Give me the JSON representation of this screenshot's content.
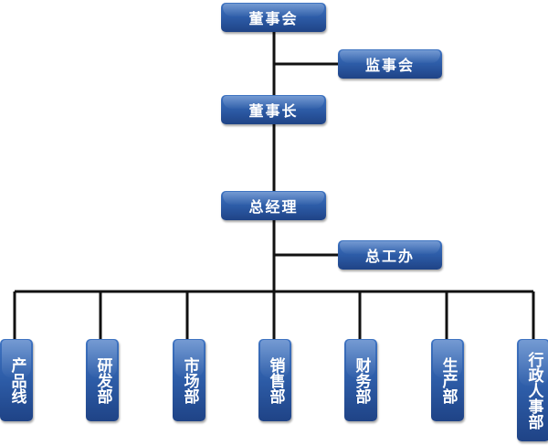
{
  "chart": {
    "board": "董事会",
    "supervisory_board": "监事会",
    "chairman": "董事长",
    "general_manager": "总经理",
    "gm_office": "总工办",
    "departments": [
      "产品线",
      "研发部",
      "市场部",
      "销售部",
      "财务部",
      "生产部",
      "行政人事部"
    ]
  },
  "colors": {
    "box_light": "#3f74c2",
    "box_dark": "#1f4386",
    "line": "#111111",
    "text": "#ffffff"
  }
}
